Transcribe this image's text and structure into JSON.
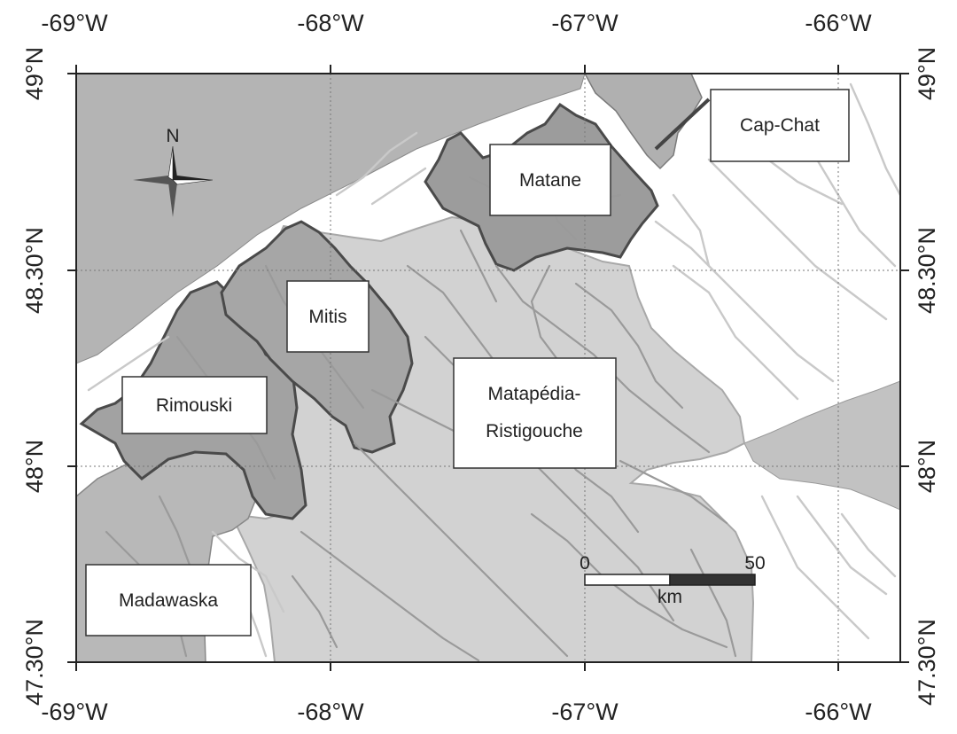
{
  "map": {
    "longitude_ticks": [
      "-69°W",
      "-68°W",
      "-67°W",
      "-66°W"
    ],
    "latitude_ticks": [
      "49°N",
      "48.30°N",
      "48°N",
      "47.30°N"
    ],
    "north_arrow": {
      "label": "N",
      "icon": "north-arrow-icon"
    },
    "watersheds": [
      {
        "id": "cap-chat",
        "label": "Cap-Chat"
      },
      {
        "id": "matane",
        "label": "Matane"
      },
      {
        "id": "mitis",
        "label": "Mitis"
      },
      {
        "id": "rimouski",
        "label": "Rimouski"
      },
      {
        "id": "matapedia",
        "label_line1": "Matapédia-",
        "label_line2": "Ristigouche"
      },
      {
        "id": "madawaska",
        "label": "Madawaska"
      }
    ],
    "scale_bar": {
      "start": "0",
      "end": "50",
      "unit": "km"
    },
    "colors": {
      "water": "#b4b4b4",
      "matapedia_fill": "#d2d2d2",
      "watershed_fill": "#9c9c9c",
      "watershed_outline": "#4a4a4a",
      "river": "#9a9a9a",
      "land": "#ffffff"
    }
  }
}
